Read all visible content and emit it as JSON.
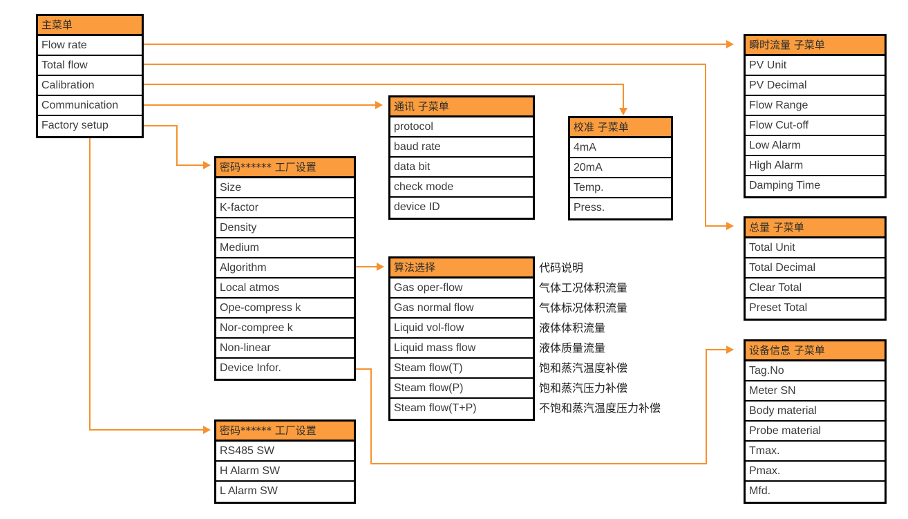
{
  "diagram": {
    "title": "Flow meter menu tree",
    "accent_color": "#FB9D3E",
    "connector_color": "#F5922F",
    "border_color": "#000000"
  },
  "boxes": {
    "main_menu": {
      "header": "主菜单",
      "items": [
        "Flow rate",
        "Total flow",
        "Calibration",
        "Communication",
        "Factory setup"
      ]
    },
    "flow_rate_sub": {
      "header": "瞬时流量 子菜单",
      "items": [
        "PV Unit",
        "PV Decimal",
        "Flow Range",
        "Flow Cut-off",
        "Low Alarm",
        "High Alarm",
        "Damping Time"
      ]
    },
    "total_flow_sub": {
      "header": "总量 子菜单",
      "items": [
        "Total Unit",
        "Total Decimal",
        "Clear Total",
        "Preset Total"
      ]
    },
    "device_info_sub": {
      "header": "设备信息 子菜单",
      "items": [
        "Tag.No",
        "Meter SN",
        "Body material",
        "Probe material",
        "Tmax.",
        "Pmax.",
        "Mfd."
      ]
    },
    "communication_sub": {
      "header": "通讯 子菜单",
      "items": [
        "protocol",
        "baud rate",
        "data bit",
        "check mode",
        "device ID"
      ]
    },
    "calibration_sub": {
      "header": "校准 子菜单",
      "items": [
        "4mA",
        "20mA",
        "Temp.",
        "Press."
      ]
    },
    "factory_setup_1": {
      "header": "密码****** 工厂设置",
      "items": [
        "Size",
        "K-factor",
        "Density",
        "Medium",
        "Algorithm",
        "Local atmos",
        "Ope-compress k",
        "Nor-compree k",
        "Non-linear",
        "Device Infor."
      ]
    },
    "factory_setup_2": {
      "header": "密码****** 工厂设置",
      "items": [
        "RS485 SW",
        "H Alarm SW",
        "L Alarm SW"
      ]
    },
    "algorithm_select": {
      "header": "算法选择",
      "items": [
        "Gas oper-flow",
        "Gas normal flow",
        "Liquid vol-flow",
        "Liquid mass flow",
        "Steam flow(T)",
        "Steam flow(P)",
        "Steam flow(T+P)"
      ]
    }
  },
  "algorithm_notes": {
    "header": "代码说明",
    "items": [
      "气体工况体积流量",
      "气体标况体积流量",
      "液体体积流量",
      "液体质量流量",
      "饱和蒸汽温度补偿",
      "饱和蒸汽压力补偿",
      "不饱和蒸汽温度压力补偿"
    ]
  }
}
